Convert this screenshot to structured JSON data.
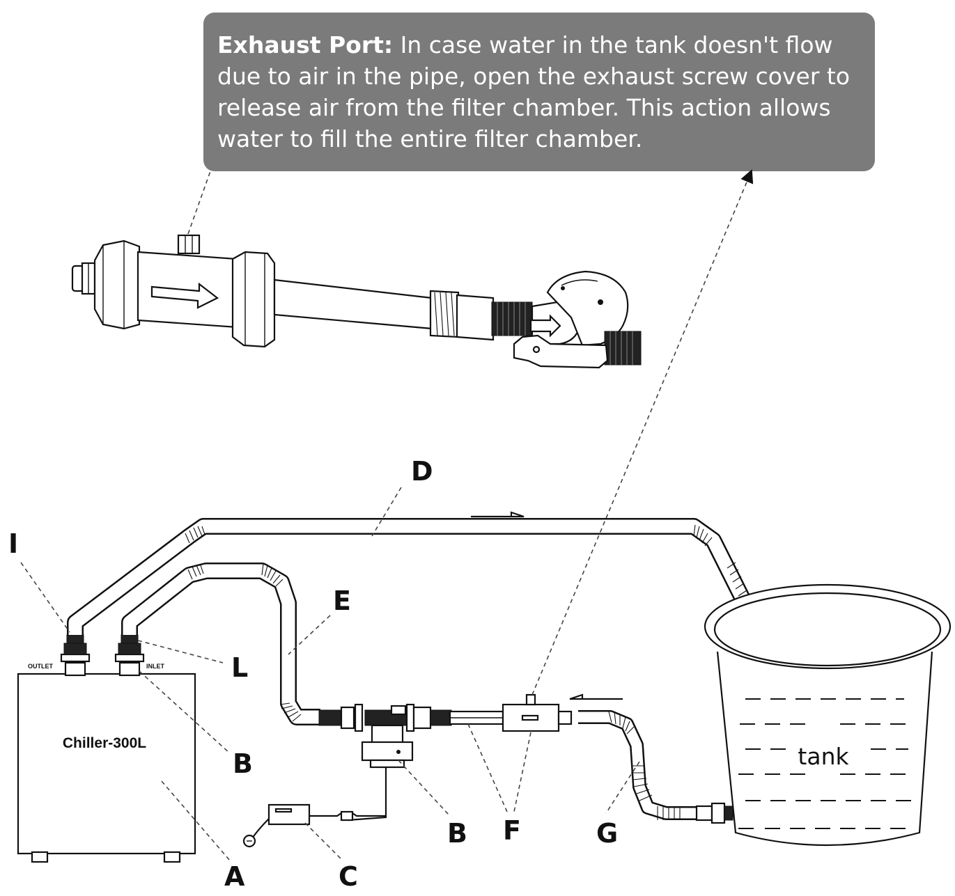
{
  "callout": {
    "label": "Exhaust Port:",
    "text": "In case water in the tank doesn't flow due to air in the pipe, open the exhaust screw cover to release air from the filter chamber. This action allows water to fill the entire filter chamber."
  },
  "chiller": {
    "name": "Chiller-300L",
    "outlet_label": "OUTLET",
    "inlet_label": "INLET"
  },
  "tank": {
    "name": "tank"
  },
  "labels": {
    "A": "A",
    "B1": "B",
    "B2": "B",
    "C": "C",
    "D": "D",
    "E": "E",
    "F": "F",
    "G": "G",
    "I": "I",
    "L": "L"
  }
}
